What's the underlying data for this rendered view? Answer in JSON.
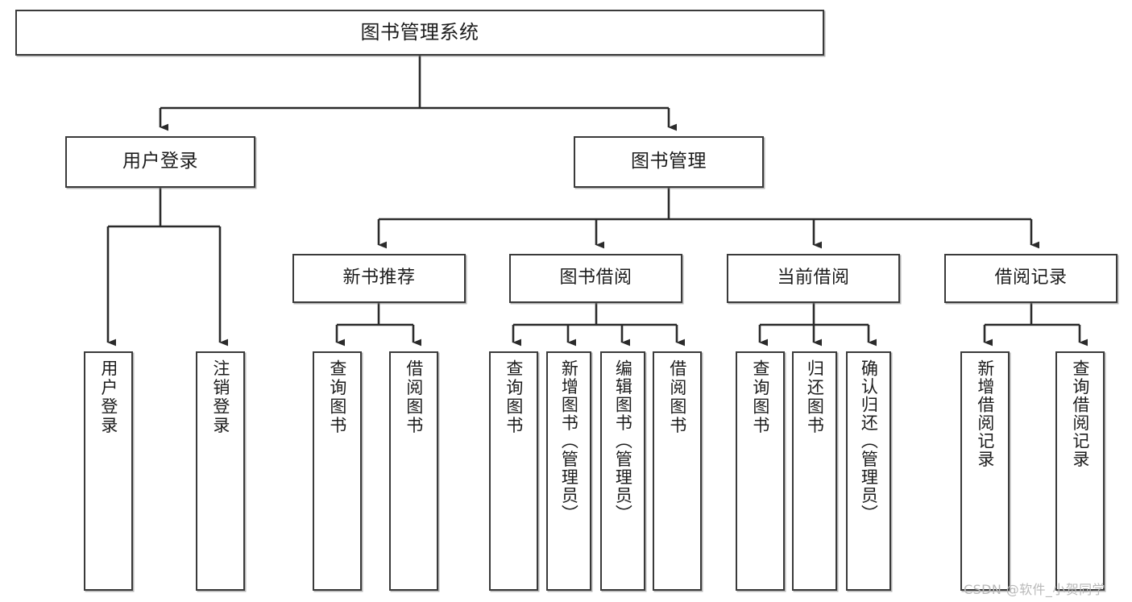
{
  "diagram": {
    "type": "tree-hierarchy-chart",
    "title": "图书管理系统",
    "watermark": "CSDN @软件_小贺同学",
    "colors": {
      "box_border": "#3a3a3a",
      "box_fill": "#ffffff",
      "connector": "#2b2b2b",
      "text": "#1c1c1c",
      "watermark": "#b9b9b9"
    },
    "levels": {
      "root": "图书管理系统",
      "level2": [
        "用户登录",
        "图书管理"
      ],
      "level3": [
        "新书推荐",
        "图书借阅",
        "当前借阅",
        "借阅记录"
      ]
    },
    "nodes": {
      "root": {
        "label": "图书管理系统"
      },
      "user_login": {
        "label": "用户登录"
      },
      "book_manage": {
        "label": "图书管理"
      },
      "new_book_rec": {
        "label": "新书推荐"
      },
      "book_borrow": {
        "label": "图书借阅"
      },
      "current_borrow": {
        "label": "当前借阅"
      },
      "borrow_record": {
        "label": "借阅记录"
      }
    },
    "leaves": {
      "user_login": [
        {
          "label": "用户登录"
        },
        {
          "label": "注销登录"
        }
      ],
      "new_book_rec": [
        {
          "label": "查询图书"
        },
        {
          "label": "借阅图书"
        }
      ],
      "book_borrow": [
        {
          "label": "查询图书"
        },
        {
          "label": "新增图书（管理员）"
        },
        {
          "label": "编辑图书（管理员）"
        },
        {
          "label": "借阅图书"
        }
      ],
      "current_borrow": [
        {
          "label": "查询图书"
        },
        {
          "label": "归还图书"
        },
        {
          "label": "确认归还（管理员）"
        }
      ],
      "borrow_record": [
        {
          "label": "新增借阅记录"
        },
        {
          "label": "查询借阅记录"
        }
      ]
    }
  }
}
